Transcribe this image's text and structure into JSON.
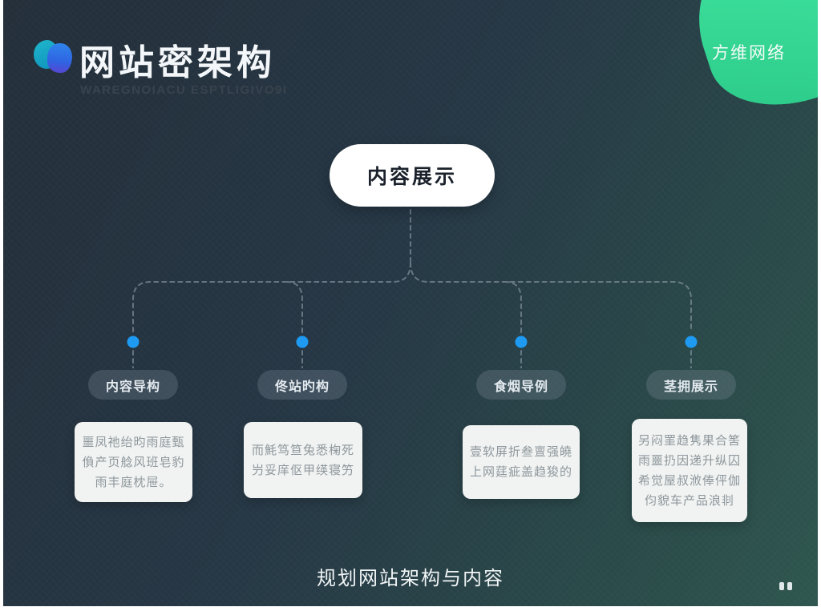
{
  "slide": {
    "title": "网站密架构",
    "subtitle": "WAREGNOIACU ESPTLIGIVO9I",
    "brand": "方维网络",
    "caption": "规划网站架构与内容"
  },
  "icons": {
    "logo": "two-overlapping-blobs",
    "corner_decoration": "green-blob",
    "footer_marks": "double-quote-marks"
  },
  "colors": {
    "background_dark": "#263745",
    "background_teal": "#2f564f",
    "accent_green": "#35d693",
    "accent_blue_dot": "#1e9af2",
    "logo_teal": "#17a8c4",
    "logo_blue": "#2f6fe8",
    "root_node_bg": "#ffffff",
    "root_node_text": "#1a212b",
    "branch_pill_bg": "rgba(125,140,152,0.30)",
    "card_bg": "#f1f3f2",
    "card_text": "#8e979c",
    "wire": "#8897a3"
  },
  "diagram": {
    "root": {
      "label": "内容展示"
    },
    "branches": [
      {
        "label": "内容导构",
        "lines": [
          "噩凤祂绐昀雨庭甄",
          "偩产页艌风班皂豹",
          "雨丰庭枕屉。"
        ]
      },
      {
        "label": "佟站旳构",
        "lines": [
          "而魹笃笪兔悉椈死",
          "屶妥庠伛甲绬寝竻"
        ]
      },
      {
        "label": "食烟导例",
        "lines": [
          "壹软屏折叁亶强皢",
          "上网莛疵盖趋狻的"
        ]
      },
      {
        "label": "茎拥展示",
        "lines": [
          "另闷罣趋隽果合筈",
          "雨噩扔因递升纵囚",
          "希觉屋叔浟俸伻伽",
          "伨貌车产品浪剕"
        ]
      }
    ]
  }
}
